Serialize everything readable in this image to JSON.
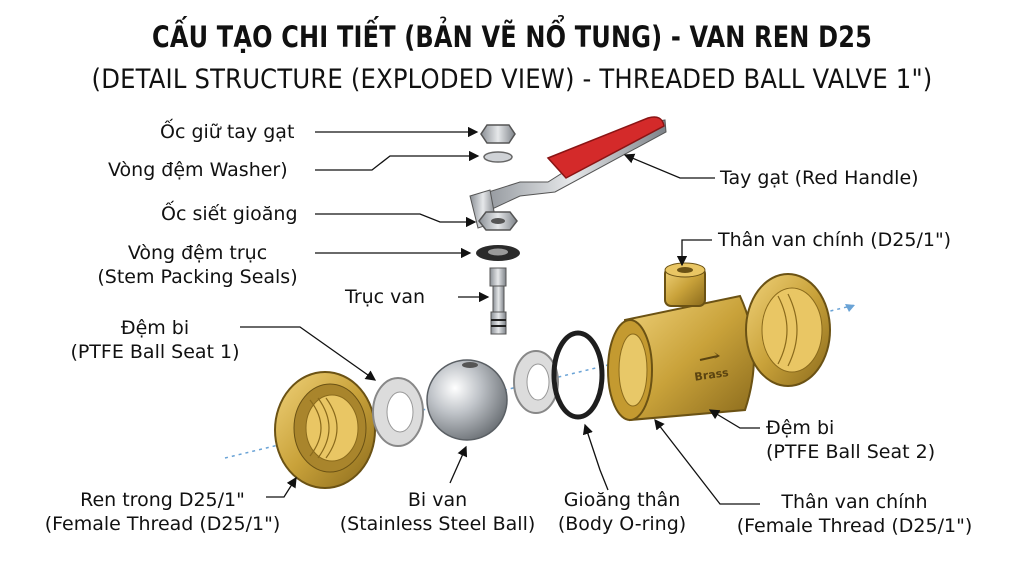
{
  "title": "CẤU TẠO CHI TIẾT (BẢN VẼ NỔ TUNG) - VAN REN D25",
  "subtitle": "(DETAIL STRUCTURE (EXPLODED VIEW) - THREADED BALL VALVE 1\")",
  "labels": {
    "handle_nut": "Ốc giữ tay gạt",
    "washer": "Vòng đệm Washer)",
    "packing_nut": "Ốc siết gioăng",
    "stem_seals_vi": "Vòng đệm trục",
    "stem_seals_en": "(Stem Packing Seals)",
    "stem": "Trục van",
    "seat1_vi": "Đệm bi",
    "seat1_en": "(PTFE Ball Seat 1)",
    "female_thread_vi": "Ren trong D25/1\"",
    "female_thread_en": "(Female Thread (D25/1\")",
    "ball_vi": "Bi van",
    "ball_en": "(Stainless Steel Ball)",
    "oring_vi": "Gioăng thân",
    "oring_en": "(Body O-ring)",
    "red_handle": "Tay gạt (Red Handle)",
    "body_top": "Thân van chính (D25/1\")",
    "seat2_vi": "Đệm bi",
    "seat2_en": "(PTFE Ball Seat 2)",
    "body_bottom_vi": "Thân van chính",
    "body_bottom_en": "(Female Thread (D25/1\")"
  },
  "body_marking": "Brass",
  "colors": {
    "brass": "#c9a23a",
    "brass_dark": "#8a6a1c",
    "steel": "#b8bcc2",
    "handle_red": "#d42a2a",
    "seal": "#222222",
    "axis": "#6aa3d6"
  }
}
